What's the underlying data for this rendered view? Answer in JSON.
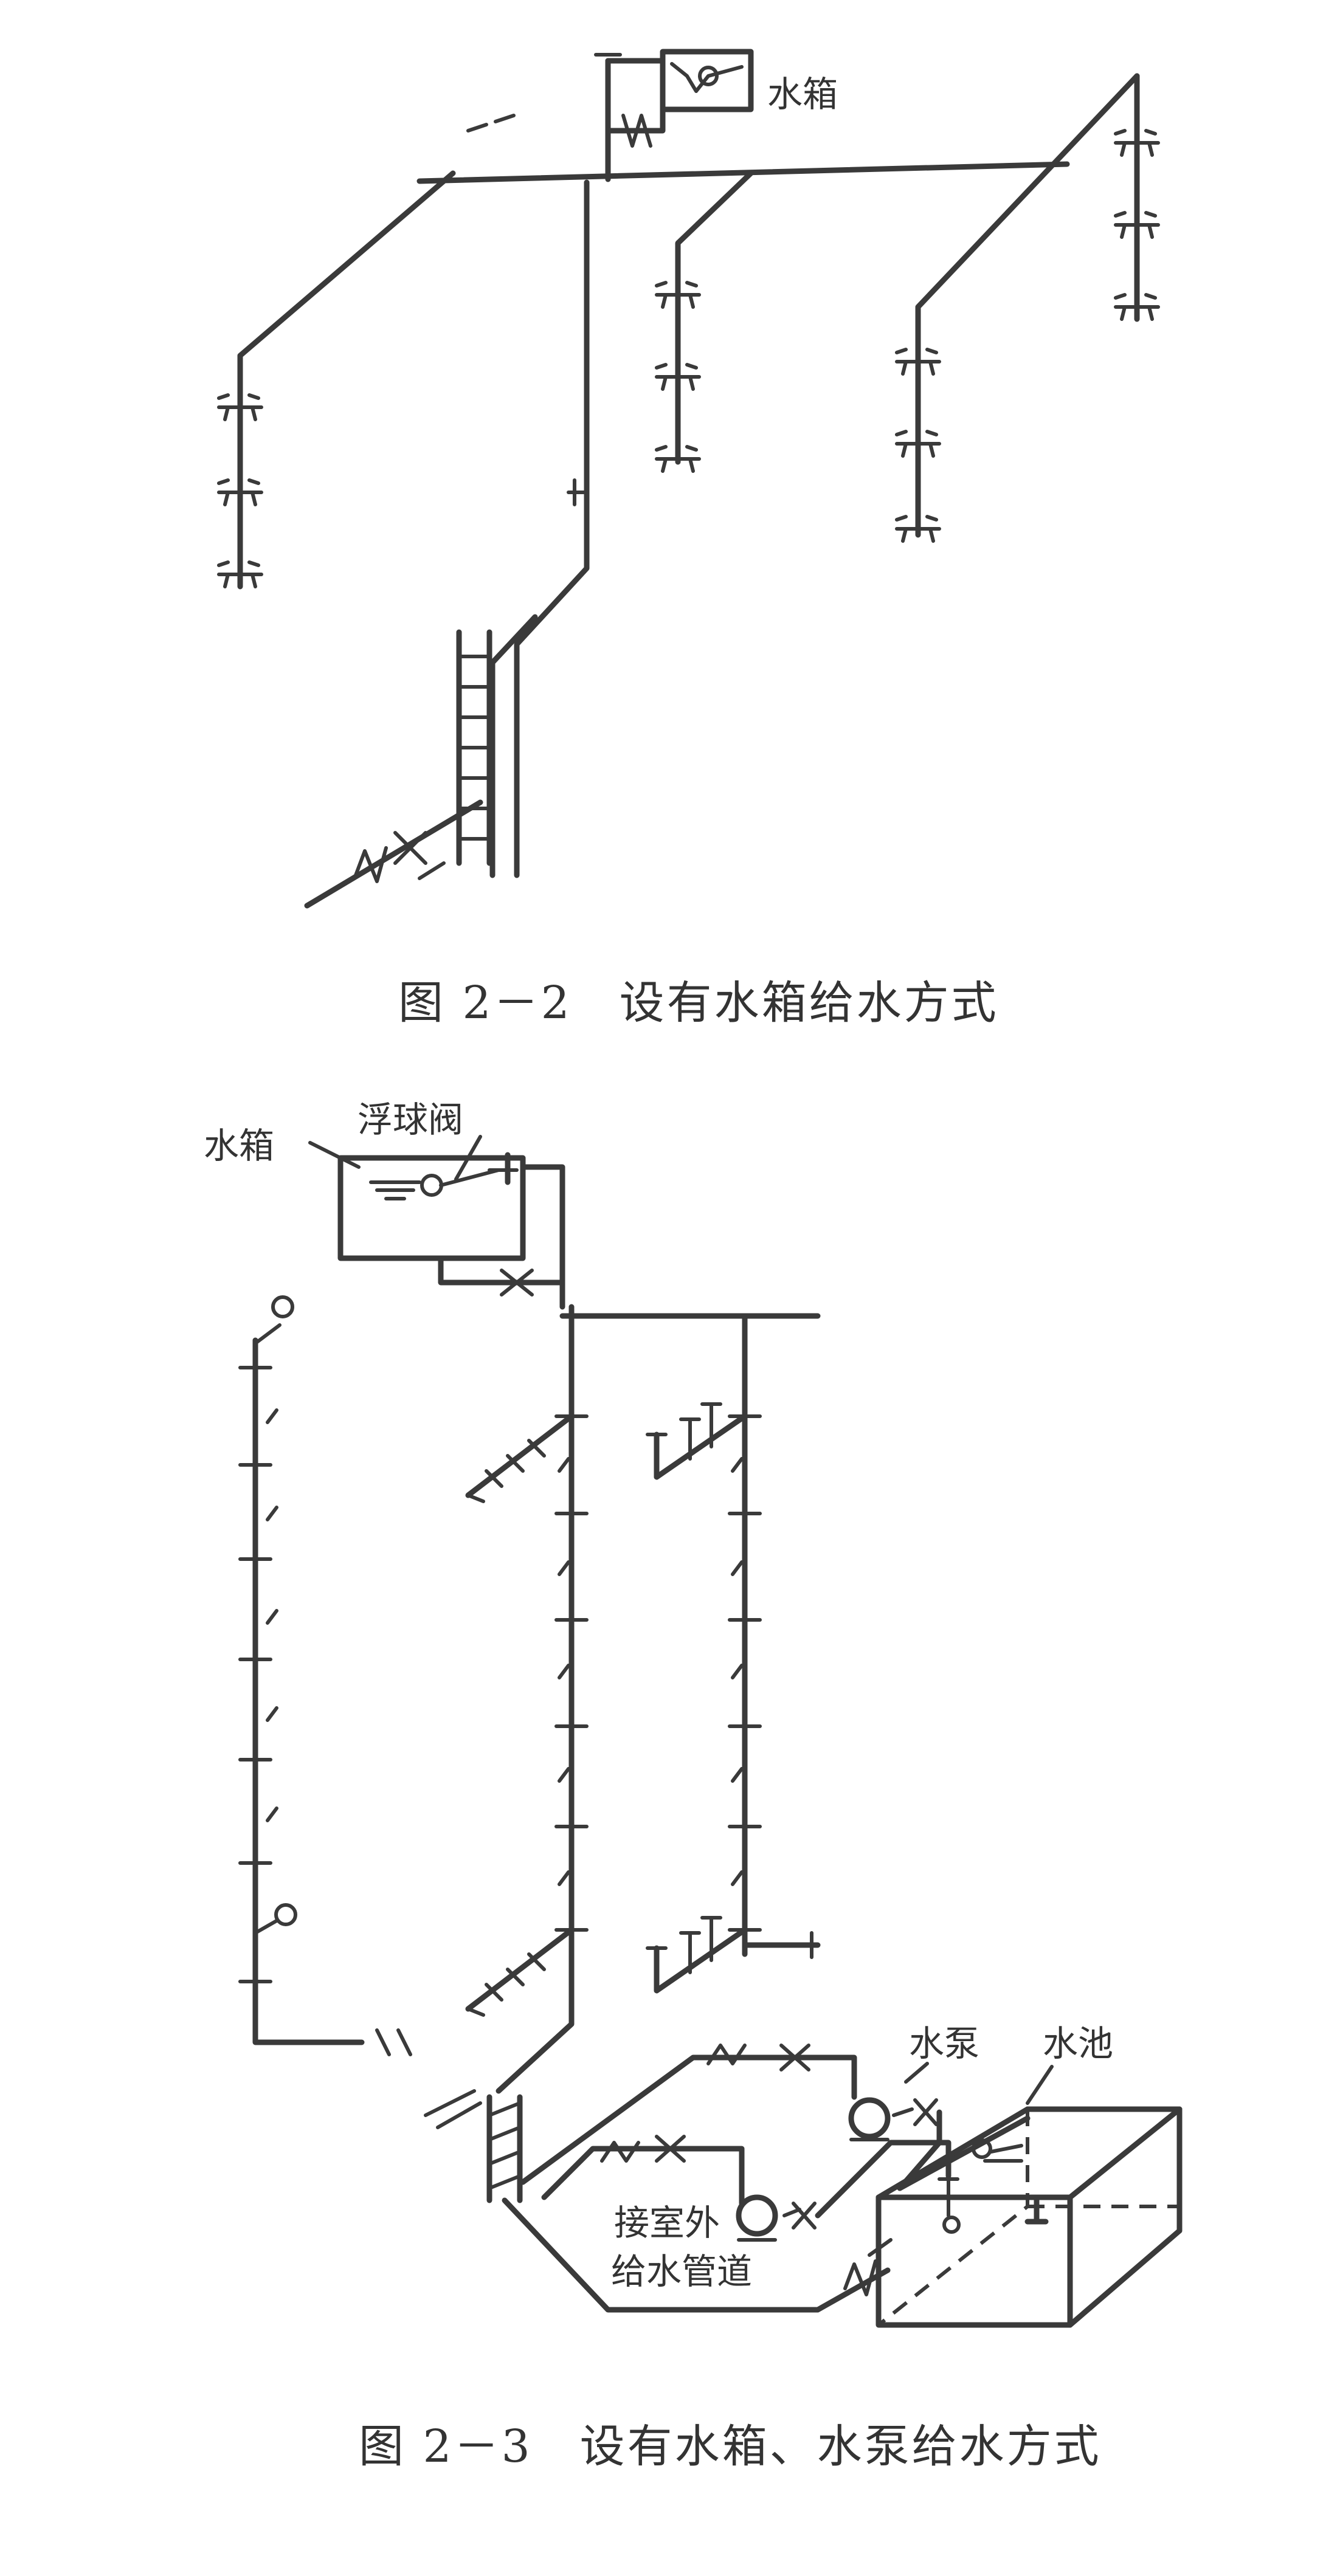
{
  "figure_2_2": {
    "tank_label": "水箱",
    "caption": "图 2－2　设有水箱给水方式"
  },
  "figure_2_3": {
    "tank_label": "水箱",
    "float_valve_label": "浮球阀",
    "pump_label": "水泵",
    "pool_label": "水池",
    "outdoor_pipe_label_line1": "接室外",
    "outdoor_pipe_label_line2": "给水管道",
    "caption": "图 2－3　设有水箱、水泵给水方式"
  },
  "colors": {
    "line": "#3a3a3a",
    "background": "#ffffff"
  }
}
